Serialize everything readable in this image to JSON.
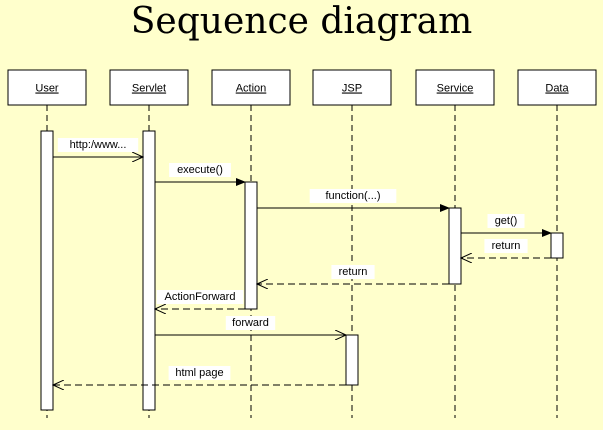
{
  "title": "Sequence diagram",
  "colors": {
    "background": "#FFFFCC",
    "box_fill": "#FFFFFF",
    "line": "#000000",
    "label_bg": "#FFFFFF"
  },
  "participants": [
    {
      "id": "user",
      "label": "User"
    },
    {
      "id": "servlet",
      "label": "Servlet"
    },
    {
      "id": "action",
      "label": "Action"
    },
    {
      "id": "jsp",
      "label": "JSP"
    },
    {
      "id": "service",
      "label": "Service"
    },
    {
      "id": "data",
      "label": "Data"
    }
  ],
  "activations": [
    {
      "participant": "user",
      "from_step": 0,
      "to_step": 9
    },
    {
      "participant": "servlet",
      "from_step": 0,
      "to_step": 9
    },
    {
      "participant": "action",
      "from_step": 2,
      "to_step": 6
    },
    {
      "participant": "service",
      "from_step": 3,
      "to_step": 5
    },
    {
      "participant": "data",
      "from_step": 4,
      "to_step": 4.5
    },
    {
      "participant": "jsp",
      "from_step": 7,
      "to_step": 8
    }
  ],
  "messages": [
    {
      "from": "user",
      "to": "servlet",
      "label": "http:/www...",
      "type": "sync-open"
    },
    {
      "from": "servlet",
      "to": "action",
      "label": "execute()",
      "type": "sync"
    },
    {
      "from": "action",
      "to": "service",
      "label": "function(...)",
      "type": "sync"
    },
    {
      "from": "service",
      "to": "data",
      "label": "get()",
      "type": "sync"
    },
    {
      "from": "data",
      "to": "service",
      "label": "return",
      "type": "return"
    },
    {
      "from": "service",
      "to": "action",
      "label": "return",
      "type": "return"
    },
    {
      "from": "action",
      "to": "servlet",
      "label": "ActionForward",
      "type": "return"
    },
    {
      "from": "servlet",
      "to": "jsp",
      "label": "forward",
      "type": "sync-open"
    },
    {
      "from": "jsp",
      "to": "user",
      "label": "html page",
      "type": "return"
    }
  ]
}
